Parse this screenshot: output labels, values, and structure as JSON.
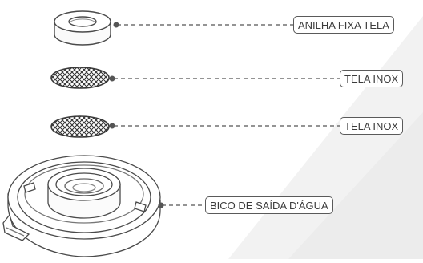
{
  "parts": [
    {
      "id": "ring",
      "label": "ANILHA FIXA TELA",
      "icon": "washer-ring-icon"
    },
    {
      "id": "screen1",
      "label": "TELA INOX",
      "icon": "mesh-screen-icon"
    },
    {
      "id": "screen2",
      "label": "TELA INOX",
      "icon": "mesh-screen-icon"
    },
    {
      "id": "spout",
      "label": "BICO DE SAÍDA D'ÁGUA",
      "icon": "water-spout-base-icon"
    }
  ],
  "colors": {
    "line": "#555555",
    "outline": "#4a4a4a",
    "fill": "#ffffff",
    "mesh": "#3a3a3a",
    "watermark": "#f1f1f1"
  }
}
